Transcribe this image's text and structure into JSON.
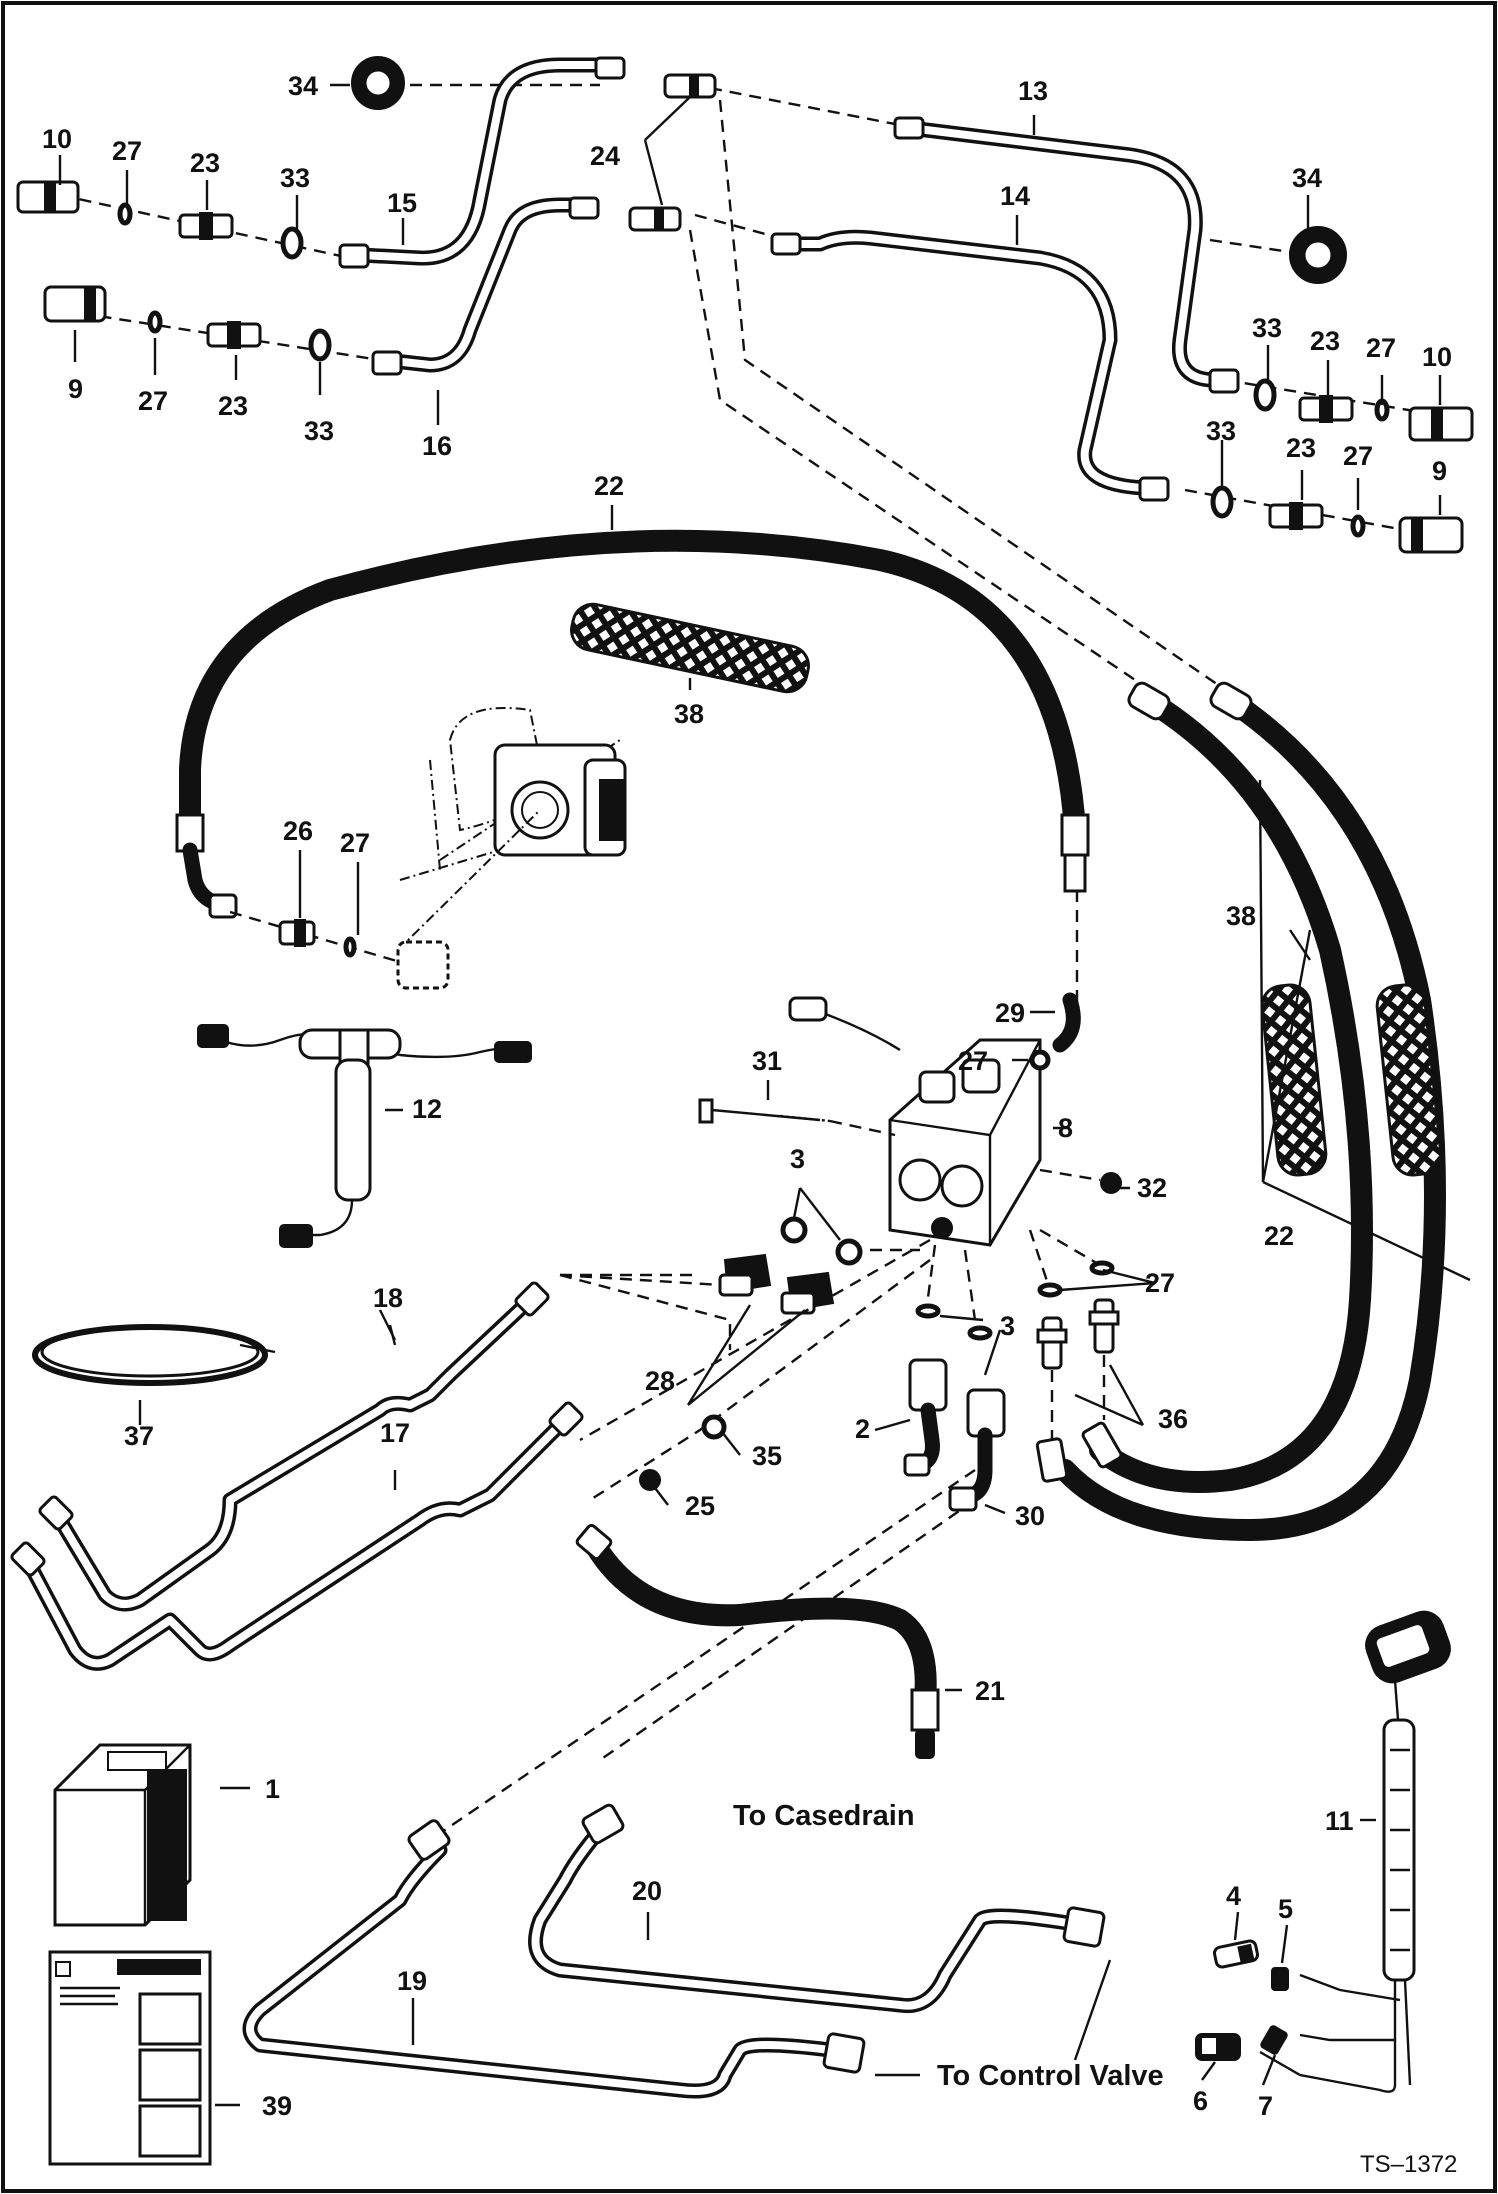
{
  "diagram": {
    "drawing_code": "TS–1372",
    "notes": {
      "casedrain": "To Casedrain",
      "control_valve": "To Control Valve"
    },
    "callouts": {
      "c1": "1",
      "c2": "2",
      "c3a": "3",
      "c3b": "3",
      "c4": "4",
      "c5": "5",
      "c6": "6",
      "c7": "7",
      "c8": "8",
      "c9a": "9",
      "c9b": "9",
      "c10a": "10",
      "c10b": "10",
      "c11": "11",
      "c12": "12",
      "c13": "13",
      "c14": "14",
      "c15": "15",
      "c16": "16",
      "c17": "17",
      "c18": "18",
      "c19": "19",
      "c20": "20",
      "c21": "21",
      "c22a": "22",
      "c22b": "22",
      "c23a": "23",
      "c23b": "23",
      "c23c": "23",
      "c23d": "23",
      "c24": "24",
      "c25": "25",
      "c26": "26",
      "c27a": "27",
      "c27b": "27",
      "c27c": "27",
      "c27d": "27",
      "c27e": "27",
      "c27f": "27",
      "c27g": "27",
      "c28": "28",
      "c29": "29",
      "c30": "30",
      "c31": "31",
      "c32": "32",
      "c33a": "33",
      "c33b": "33",
      "c33c": "33",
      "c33d": "33",
      "c34a": "34",
      "c34b": "34",
      "c35": "35",
      "c36": "36",
      "c37": "37",
      "c38a": "38",
      "c38b": "38",
      "c39": "39"
    }
  }
}
